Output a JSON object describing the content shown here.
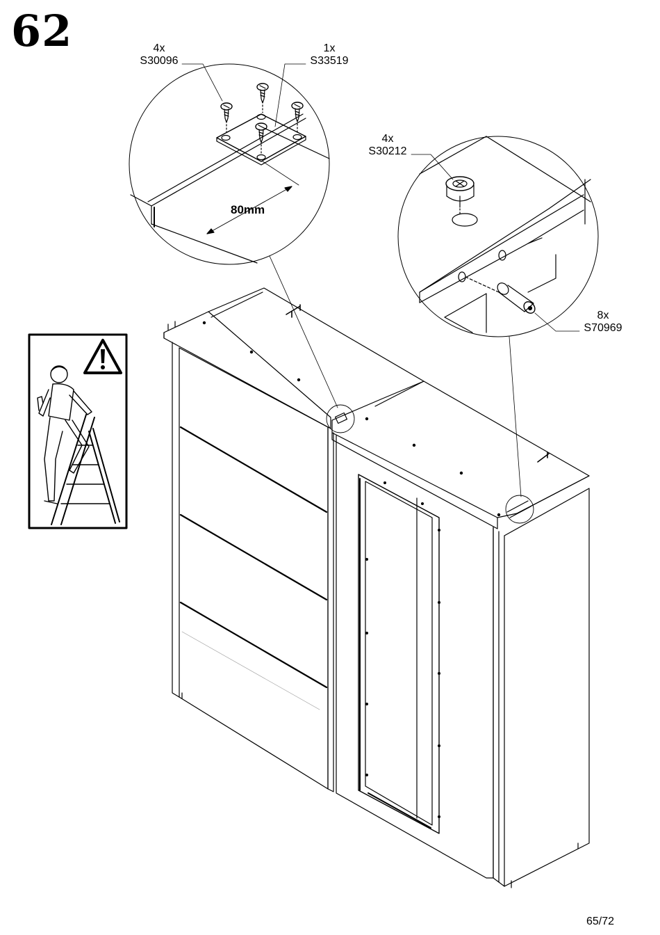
{
  "step": {
    "number": "62"
  },
  "callouts": {
    "left_screw": {
      "qty": "4x",
      "part": "S30096"
    },
    "plate": {
      "qty": "1x",
      "part": "S33519"
    },
    "connector": {
      "qty": "4x",
      "part": "S30212"
    },
    "dowel": {
      "qty": "8x",
      "part": "S70969"
    }
  },
  "dimension": {
    "offset": "80mm"
  },
  "page": {
    "counter": "65/72"
  },
  "icons": {
    "warning": "warning-icon",
    "person_ladder": "person-on-ladder-icon"
  }
}
